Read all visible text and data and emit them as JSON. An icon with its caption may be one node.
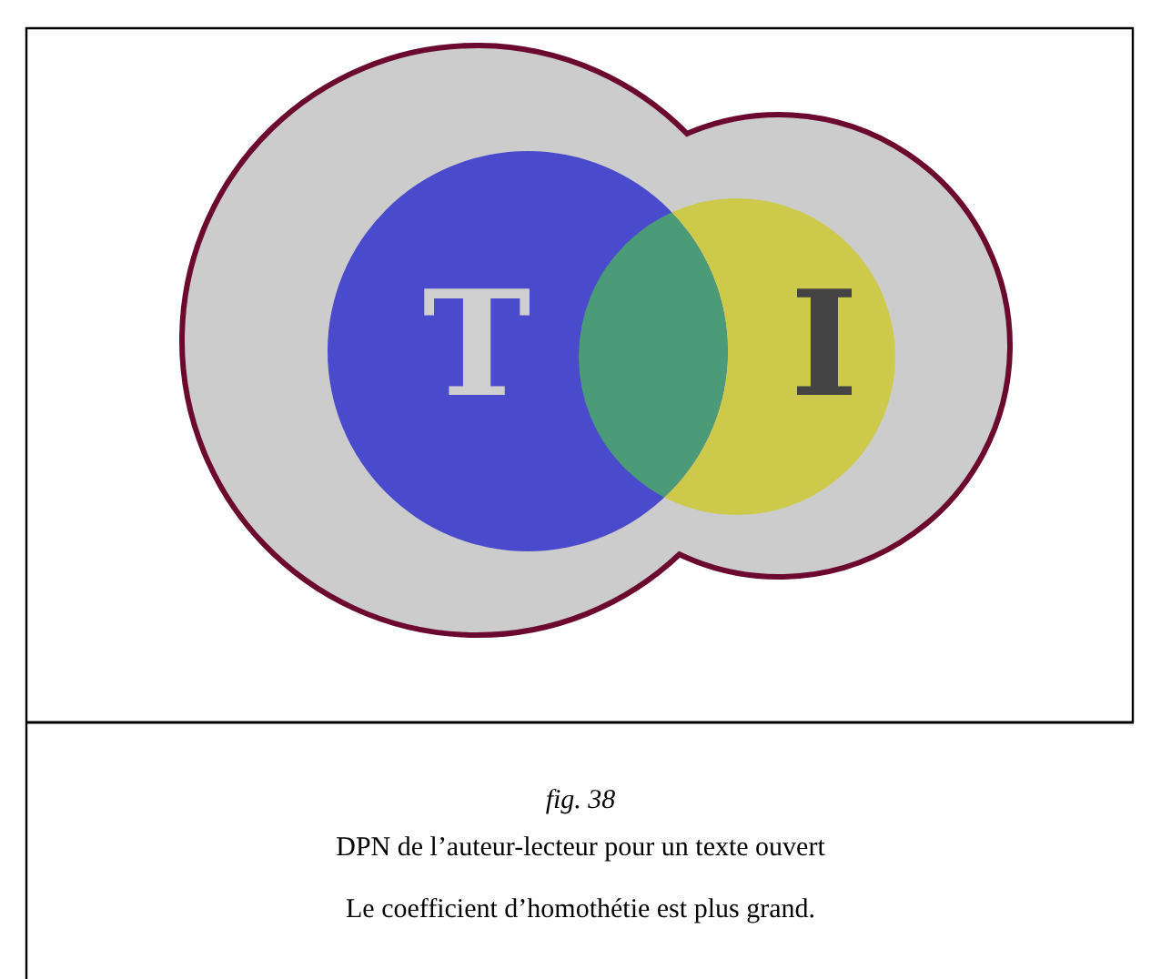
{
  "diagram": {
    "caption": "fig. 38",
    "nodes": [
      {
        "text": [],
        "shape": "blob"
      },
      {
        "text": [
          "T"
        ],
        "in": 0
      },
      {
        "text": [
          "I"
        ],
        "in": 0
      }
    ],
    "edges": [],
    "labels": [
      "DPN de l’auteur-lecteur pour un texte ouvert",
      "Le coefficient d’homothétie est plus grand."
    ]
  }
}
